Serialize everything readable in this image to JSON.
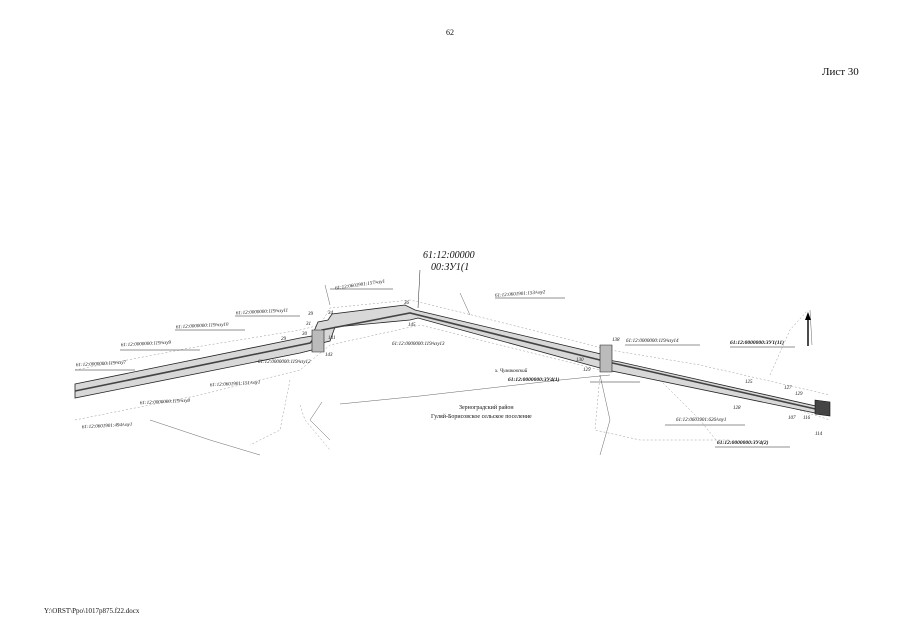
{
  "page_number": "62",
  "sheet_label": "Лист 30",
  "file_path": "Y:\\ORST\\Ppo\\1017p875.f22.docx",
  "main_parcel_label": {
    "line1": "61:12:00000",
    "line2": "00:ЗУ1(1"
  },
  "region": {
    "district": "Зерноградский район",
    "settlement": "Гуляй-Борисовское сельское поселение"
  },
  "parcel_labels": [
    "61:12:0601901:157/чзу1",
    "61:12:0000000:119/чзу11",
    "61:12:0000000:119/чзу10",
    "61:12:0000000:119/чзу9",
    "61:12:0000000:119/чзу7",
    "61:12:0601901:151/чзу1",
    "61:12:0000000:119/чзу8",
    "61:12:0601901:494/чзу1",
    "61:12:0000000:119/чзу12",
    "61:12:0000000:119/чзу13",
    "61:12:0601901:153/чзу2",
    "61:12:0000000:119/чзу14",
    "61:12:0000000:ЗУ1(11)",
    "61:12:0000000:ЗУ4(1)",
    "61:12:0601901:626/чзу1",
    "61:12:0000000:ЗУ4(2)"
  ],
  "point_numbers": [
    "39",
    "34",
    "31",
    "30",
    "29",
    "36",
    "145",
    "143",
    "141",
    "138",
    "130",
    "129",
    "128",
    "125",
    "127",
    "129",
    "107",
    "116",
    "114"
  ],
  "place_name": "х. Чумаковский"
}
